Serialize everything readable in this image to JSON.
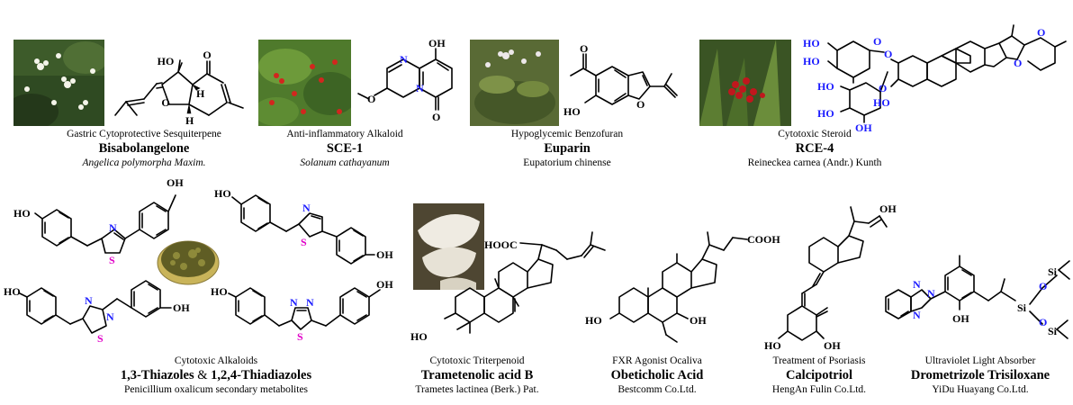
{
  "atoms": {
    "HO": "HO",
    "OH": "OH",
    "O": "O",
    "N": "N",
    "S": "S",
    "H": "H",
    "HOOC": "HOOC",
    "COOH": "COOH",
    "Si": "Si"
  },
  "cards": [
    {
      "category": "Gastric Cytoprotective Sesquiterpene",
      "name": "Bisabolangelone",
      "source": "Angelica polymorpha Maxim."
    },
    {
      "category": "Anti-inflammatory Alkaloid",
      "name": "SCE-1",
      "source": "Solanum cathayanum"
    },
    {
      "category": "Hypoglycemic Benzofuran",
      "name": "Euparin",
      "source": "Eupatorium chinense"
    },
    {
      "category": "Cytotoxic Steroid",
      "name": "RCE-4",
      "source": "Reineckea carnea (Andr.) Kunth"
    },
    {
      "category": "Cytotoxic Alkaloids",
      "name_a": "1,3-Thiazoles",
      "amp": "&",
      "name_b": "1,2,4-Thiadiazoles",
      "source": "Penicillium oxalicum secondary metabolites"
    },
    {
      "category": "Cytotoxic Triterpenoid",
      "name": "Trametenolic acid B",
      "source": "Trametes lactinea (Berk.) Pat."
    },
    {
      "category": "FXR Agonist Ocaliva",
      "name": "Obeticholic Acid",
      "source": "Bestcomm Co.Ltd."
    },
    {
      "category": "Treatment of Psoriasis",
      "name": "Calcipotriol",
      "source": "HengAn Fulin Co.Ltd."
    },
    {
      "category": "Ultraviolet Light Absorber",
      "name": "Drometrizole Trisiloxane",
      "source": "YiDu Huayang Co.Ltd."
    }
  ],
  "colors": {
    "heteroatom_o": "#1a1aff",
    "heteroatom_n": "#1a1aff",
    "heteroatom_s": "#e000c8",
    "text": "#000000"
  }
}
